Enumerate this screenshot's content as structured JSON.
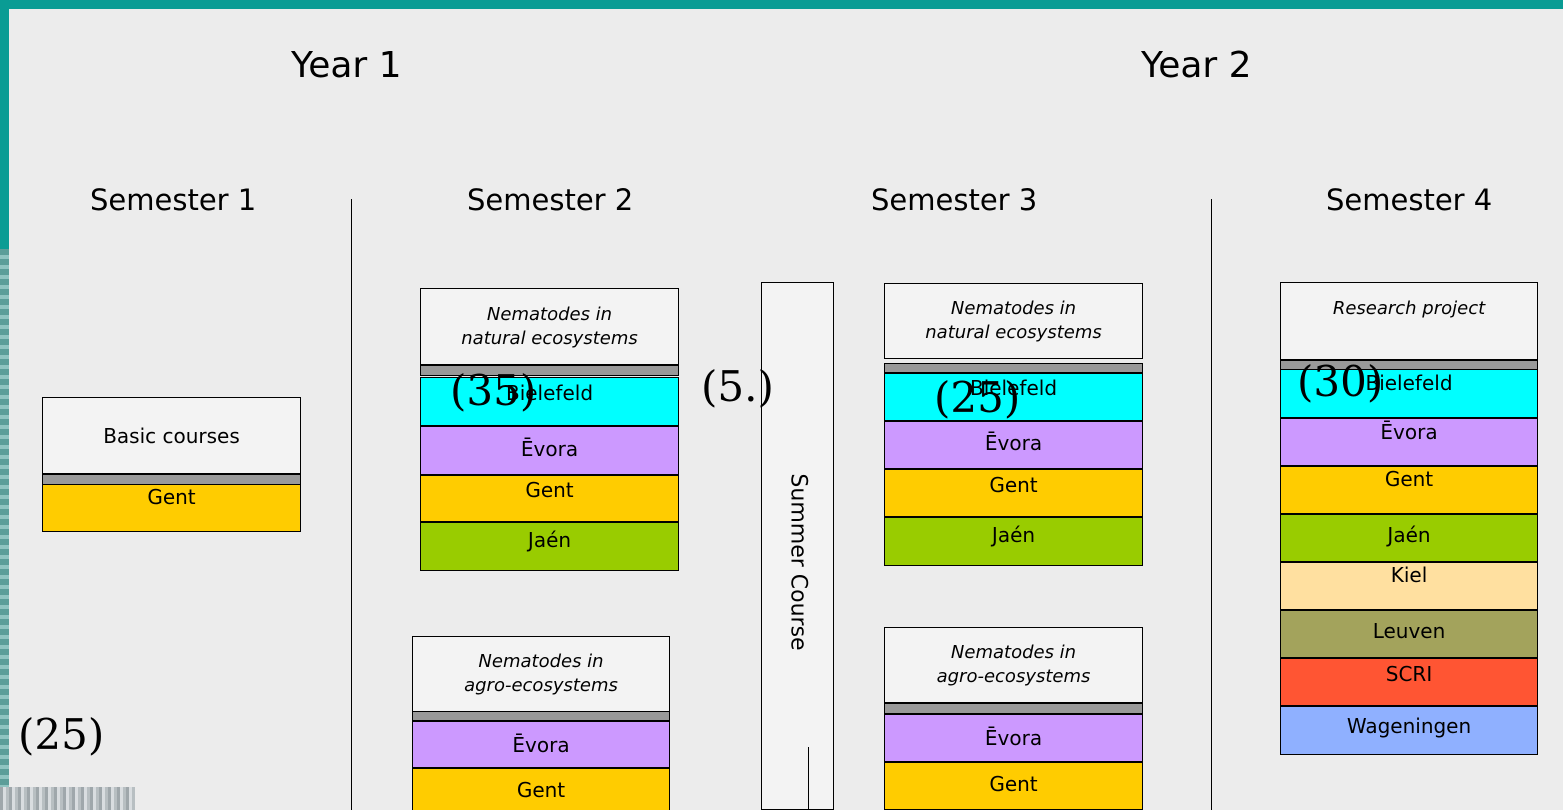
{
  "years": [
    "Year 1",
    "Year 2"
  ],
  "semesters": [
    "Semester 1",
    "Semester 2",
    "Semester 3",
    "Semester 4"
  ],
  "semester1": {
    "title": "Basic courses",
    "universities": [
      "Gent"
    ],
    "credits": "(25)"
  },
  "semester2": {
    "natural": {
      "title_line1": "Nematodes in",
      "title_line2": "natural ecosystems",
      "universities": [
        "Bielefeld",
        "Ēvora",
        "Gent",
        "Jaén"
      ],
      "credits": "(35)"
    },
    "agro": {
      "title_line1": "Nematodes in",
      "title_line2": "agro-ecosystems",
      "universities": [
        "Ēvora",
        "Gent"
      ]
    }
  },
  "summer": {
    "label": "Summer Course",
    "credits": "(5.)"
  },
  "semester3": {
    "natural": {
      "title_line1": "Nematodes in",
      "title_line2": "natural ecosystems",
      "universities": [
        "Bielefeld",
        "Ēvora",
        "Gent",
        "Jaén"
      ],
      "credits": "(25)"
    },
    "agro": {
      "title_line1": "Nematodes in",
      "title_line2": "agro-ecosystems",
      "universities": [
        "Ēvora",
        "Gent"
      ]
    }
  },
  "semester4": {
    "title": "Research project",
    "universities": [
      "Bielefeld",
      "Ēvora",
      "Gent",
      "Jaén",
      "Kiel",
      "Leuven",
      "SCRI",
      "Wageningen"
    ],
    "credits": "(30)"
  }
}
